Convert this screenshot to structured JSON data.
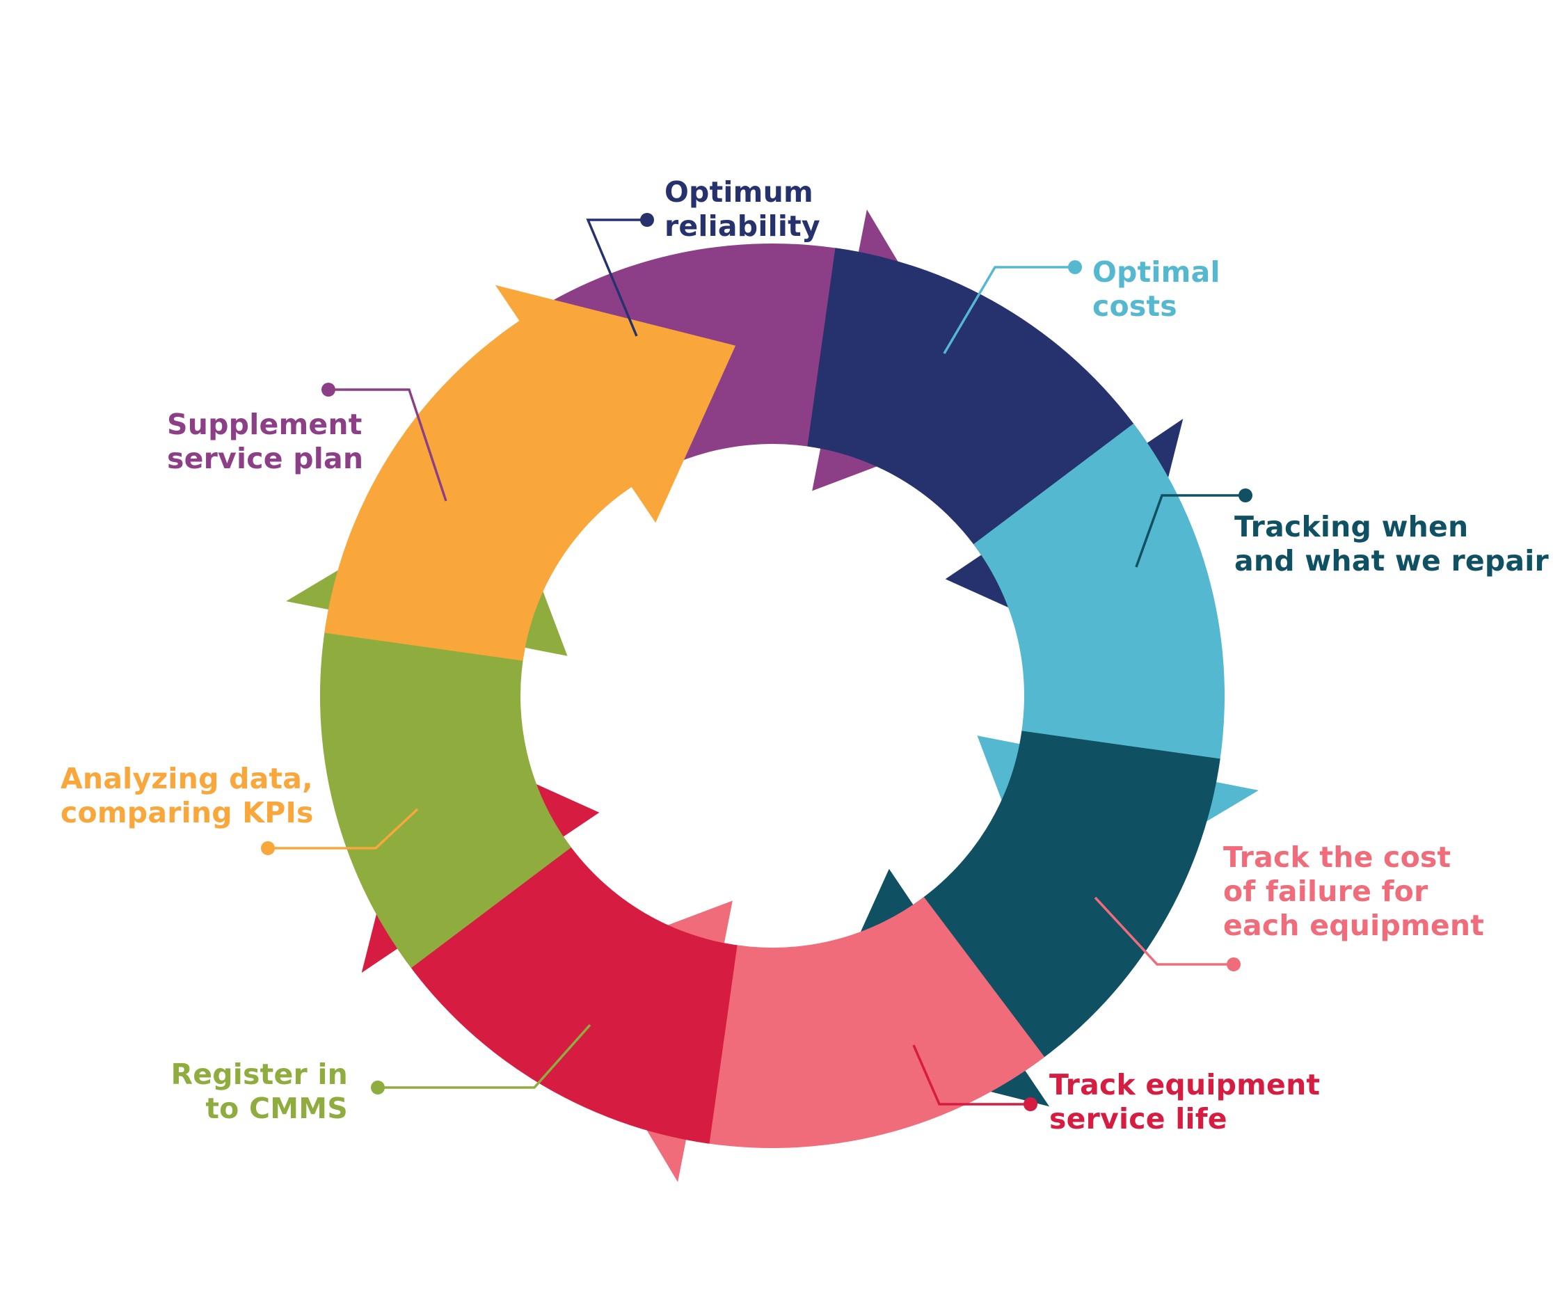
{
  "diagram": {
    "type": "cycle",
    "steps": [
      {
        "id": "reliability",
        "lines": [
          "Optimum",
          "reliability"
        ],
        "color": "#26326d"
      },
      {
        "id": "costs",
        "lines": [
          "Optimal",
          "costs"
        ],
        "color": "#55b8d1"
      },
      {
        "id": "tracking",
        "lines": [
          "Tracking when",
          "and what we repair"
        ],
        "color": "#0f5163"
      },
      {
        "id": "failure",
        "lines": [
          "Track the cost",
          "of failure for",
          "each equipment"
        ],
        "color": "#f06c7a"
      },
      {
        "id": "service-life",
        "lines": [
          "Track equipment",
          "service life"
        ],
        "color": "#d71c41"
      },
      {
        "id": "cmms",
        "lines": [
          "Register in",
          "to CMMS"
        ],
        "color": "#8fad3f"
      },
      {
        "id": "kpi",
        "lines": [
          "Analyzing data,",
          "comparing KPIs"
        ],
        "color": "#f9a73b"
      },
      {
        "id": "plan",
        "lines": [
          "Supplement",
          "service plan"
        ],
        "color": "#8c3f86"
      }
    ]
  }
}
